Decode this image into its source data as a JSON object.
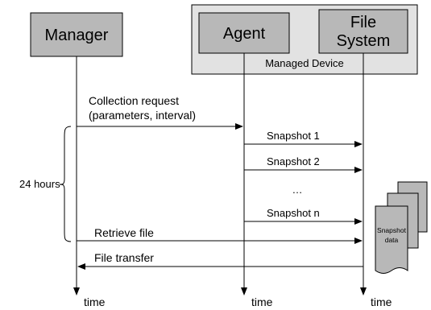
{
  "participants": {
    "manager": "Manager",
    "agent": "Agent",
    "file_system_line1": "File",
    "file_system_line2": "System"
  },
  "managed_device_label": "Managed Device",
  "messages": {
    "collection_request_line1": "Collection request",
    "collection_request_line2": "(parameters, interval)",
    "snapshot_1": "Snapshot 1",
    "snapshot_2": "Snapshot 2",
    "ellipsis": "…",
    "snapshot_n": "Snapshot n",
    "retrieve_file": "Retrieve file",
    "file_transfer": "File transfer"
  },
  "interval_label": "24 hours",
  "snapshot_data_line1": "Snapshot",
  "snapshot_data_line2": "data",
  "time_labels": {
    "manager": "time",
    "agent": "time",
    "file_system": "time"
  },
  "colors": {
    "box_fill": "#b8b8b8",
    "device_fill": "#e2e2e2",
    "line": "#000000"
  }
}
